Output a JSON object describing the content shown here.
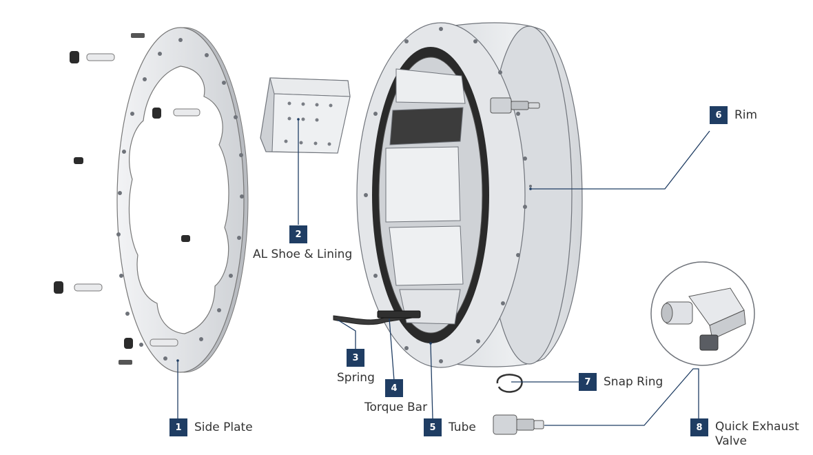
{
  "colors": {
    "badge": "#1f3d63",
    "leader": "#1f3d63",
    "label_text": "#333333",
    "metal_light": "#e6e7ea",
    "metal_mid": "#c9ccd1",
    "metal_dark": "#8d9197",
    "rubber": "#2a2a2a"
  },
  "callouts": [
    {
      "number": "1",
      "label": "Side Plate"
    },
    {
      "number": "2",
      "label": "AL Shoe & Lining"
    },
    {
      "number": "3",
      "label": "Spring"
    },
    {
      "number": "4",
      "label": "Torque Bar"
    },
    {
      "number": "5",
      "label": "Tube"
    },
    {
      "number": "6",
      "label": "Rim"
    },
    {
      "number": "7",
      "label": "Snap Ring"
    },
    {
      "number": "8",
      "label_line1": "Quick Exhaust",
      "label_line2": "Valve"
    }
  ]
}
